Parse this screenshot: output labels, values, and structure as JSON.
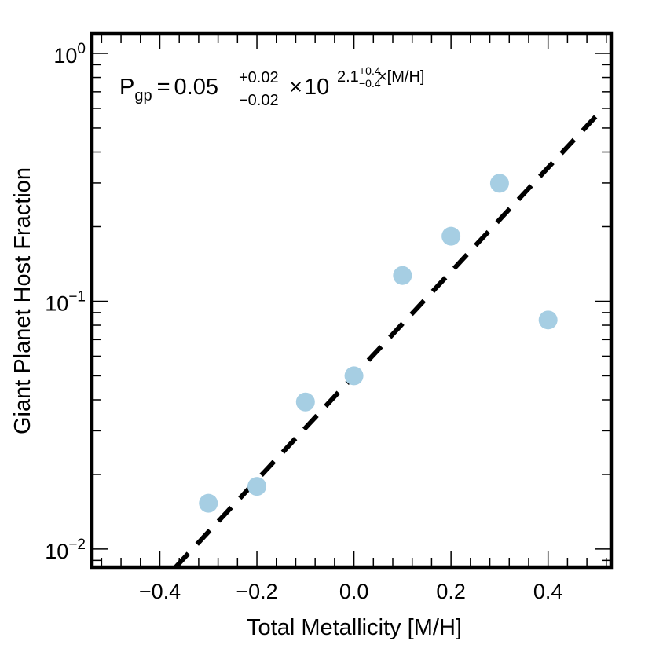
{
  "chart_data": {
    "type": "scatter",
    "xlabel": "Total Metallicity  [M/H]",
    "ylabel": "Giant Planet Host Fraction",
    "xlim": [
      -0.54,
      0.53
    ],
    "ylim": [
      0.00845,
      1.2
    ],
    "yscale": "log",
    "grid": false,
    "x_ticks": [
      -0.4,
      -0.2,
      0.0,
      0.2,
      0.4
    ],
    "x_tick_labels": [
      "−0.4",
      "−0.2",
      "0.0",
      "0.2",
      "0.4"
    ],
    "y_ticks": [
      0.01,
      0.1,
      1
    ],
    "y_tick_labels": [
      {
        "base": "10",
        "exp": "−2"
      },
      {
        "base": "10",
        "exp": "−1"
      },
      {
        "base": "10",
        "exp": "0"
      }
    ],
    "points": {
      "x": [
        -0.3,
        -0.2,
        -0.1,
        0.0,
        0.1,
        0.2,
        0.3,
        0.4
      ],
      "y": [
        0.0153,
        0.0179,
        0.0392,
        0.05,
        0.127,
        0.183,
        0.299,
        0.084
      ],
      "color": "#a6cee3"
    },
    "fit": {
      "amplitude": 0.05,
      "exponent": 2.1,
      "x_range": [
        -0.6,
        0.5
      ],
      "style": "dashed",
      "color": "#000000"
    },
    "annotation": {
      "p": "P",
      "p_sub": "gp",
      "eq": "=",
      "amp": "0.05",
      "amp_up": "+0.02",
      "amp_lo": "−0.02",
      "times": "×",
      "ten": "10",
      "exp": "2.1",
      "exp_up": "+0.4",
      "exp_lo": "−0.4",
      "exp_tail": "×[M/H]"
    }
  }
}
